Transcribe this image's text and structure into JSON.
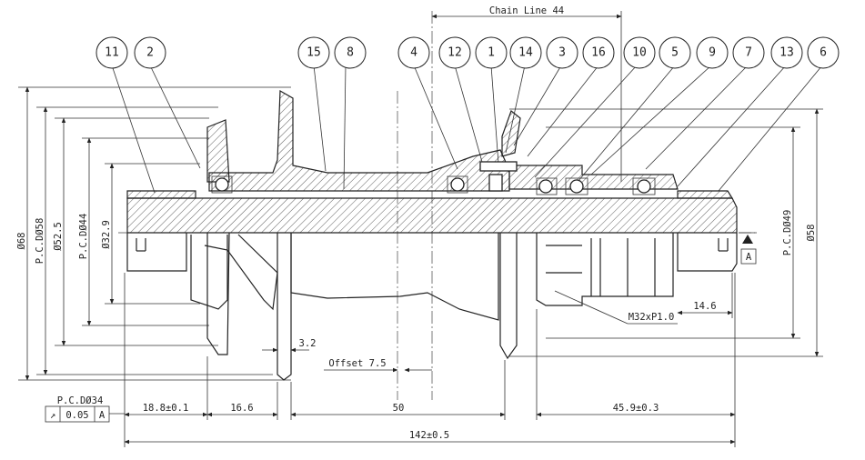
{
  "balloons": [
    "11",
    "2",
    "15",
    "8",
    "4",
    "12",
    "1",
    "14",
    "3",
    "16",
    "10",
    "5",
    "9",
    "7",
    "13",
    "6"
  ],
  "dimensions": {
    "chain_line": "Chain Line 44",
    "offset": "Offset 7.5",
    "thread": "M32xP1.0",
    "flange_thickness": "3.2",
    "len_14_6": "14.6",
    "seg_18_8": "18.8±0.1",
    "seg_16_6": "16.6",
    "seg_50": "50",
    "seg_45_9": "45.9±0.3",
    "overall": "142±0.5",
    "dia_68": "Ø68",
    "pcd_58": "P.C.DØ58",
    "dia_52_5": "Ø52.5",
    "pcd_44": "P.C.DØ44",
    "dia_32_9": "Ø32.9",
    "pcd_49": "P.C.DØ49",
    "dia_58": "Ø58",
    "datum": "A"
  },
  "tolerance_frame": {
    "title": "P.C.DØ34",
    "symbol": "↗",
    "value": "0.05",
    "datum": "A"
  }
}
